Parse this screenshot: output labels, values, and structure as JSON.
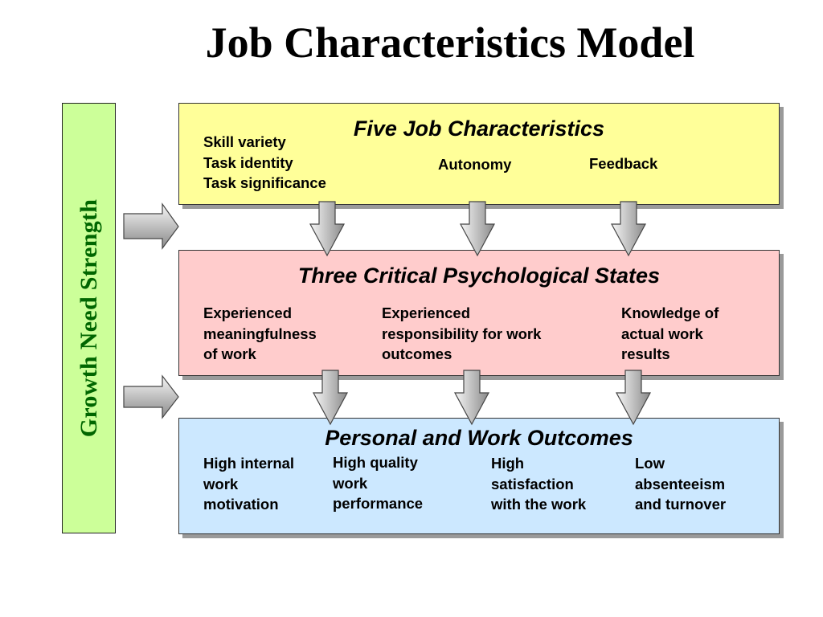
{
  "title": "Job Characteristics Model",
  "side_label": "Growth Need Strength",
  "boxes": {
    "characteristics": {
      "title": "Five Job Characteristics",
      "items": [
        "Skill variety\nTask identity\nTask significance",
        "Autonomy",
        "Feedback"
      ]
    },
    "states": {
      "title": "Three Critical Psychological States",
      "items": [
        "Experienced\nmeaningfulness\nof work",
        "Experienced\nresponsibility for work\noutcomes",
        "Knowledge of\nactual work\nresults"
      ]
    },
    "outcomes": {
      "title": "Personal and Work Outcomes",
      "items": [
        "High internal\nwork\nmotivation",
        "High quality\nwork\nperformance",
        "High\nsatisfaction\nwith the work",
        "Low\nabsenteeism\nand turnover"
      ]
    }
  },
  "colors": {
    "characteristics_fill": "#ffff99",
    "states_fill": "#ffcccc",
    "outcomes_fill": "#cce8ff",
    "side_fill": "#ccff99",
    "side_text": "#006600",
    "arrow_light": "#f6f6f6",
    "arrow_dark": "#8a8a8a"
  }
}
